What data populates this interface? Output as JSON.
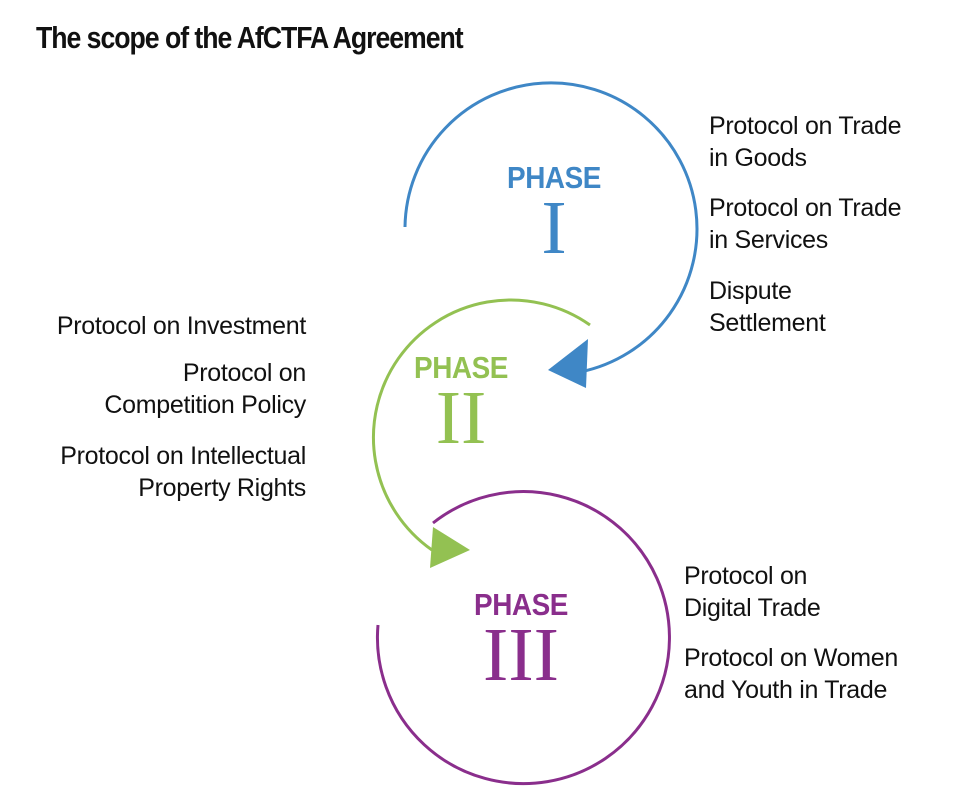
{
  "title": "The scope of the AfCTFA Agreement",
  "colors": {
    "phase1": "#3f87c6",
    "phase2": "#93c152",
    "phase3": "#8a2e8c",
    "text": "#111111"
  },
  "phases": [
    {
      "label": "PHASE",
      "numeral": "I",
      "items": [
        [
          "Protocol on Trade",
          "in Goods"
        ],
        [
          "Protocol on Trade",
          "in Services"
        ],
        [
          "Dispute",
          "Settlement"
        ]
      ]
    },
    {
      "label": "PHASE",
      "numeral": "II",
      "items": [
        [
          "Protocol on Investment"
        ],
        [
          "Protocol on",
          "Competition Policy"
        ],
        [
          "Protocol on Intellectual",
          "Property Rights"
        ]
      ]
    },
    {
      "label": "PHASE",
      "numeral": "III",
      "items": [
        [
          "Protocol on",
          "Digital Trade"
        ],
        [
          "Protocol on Women",
          "and Youth in Trade"
        ]
      ]
    }
  ]
}
